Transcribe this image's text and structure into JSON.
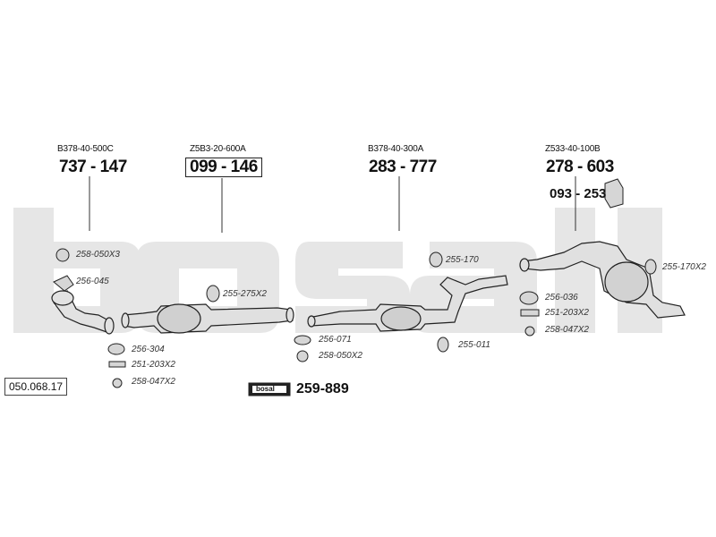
{
  "catalog_number": "050.068.17",
  "watermark": "bosal",
  "main_parts": [
    {
      "ref": "B378-40-500C",
      "number": "737 - 147"
    },
    {
      "ref": "Z5B3-20-600A",
      "number": "099 - 146"
    },
    {
      "ref": "B378-40-300A",
      "number": "283 - 777"
    },
    {
      "ref": "Z533-40-100B",
      "number": "278 - 603"
    }
  ],
  "accessories": [
    {
      "number": "093 - 253"
    },
    {
      "number": "259-889",
      "logo_text": "bosal"
    }
  ],
  "small_parts": [
    "258-050X3",
    "256-045",
    "256-304",
    "251-203X2",
    "258-047X2",
    "255-275X2",
    "256-071",
    "258-050X2",
    "255-170",
    "255-011",
    "256-036",
    "251-203X2",
    "258-047X2",
    "255-170X2"
  ],
  "colors": {
    "line": "#222222",
    "watermark": "#e3e3e3",
    "part_fill": "#d6d6d6"
  }
}
